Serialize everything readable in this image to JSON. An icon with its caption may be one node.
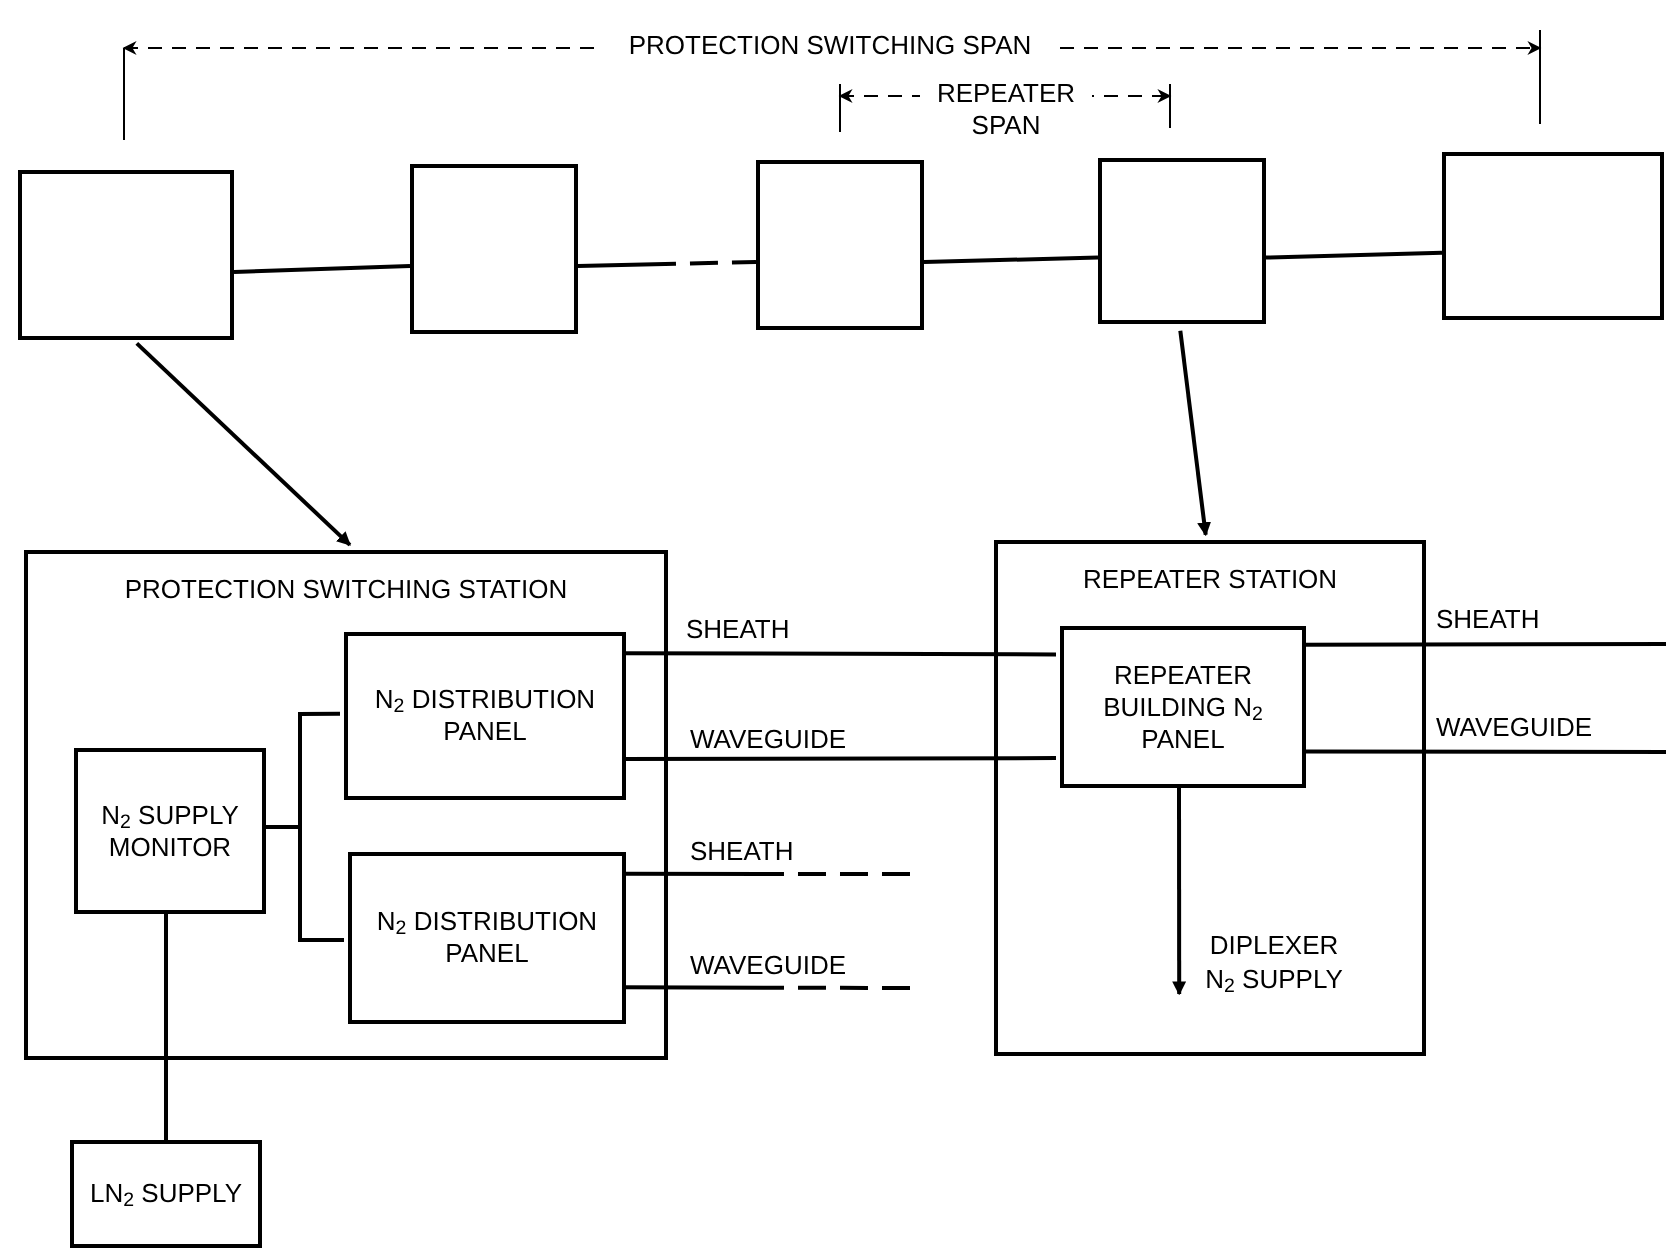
{
  "diagram": {
    "nodes": [
      {
        "text": [],
        "shape": "box"
      },
      {
        "text": [],
        "shape": "box"
      },
      {
        "text": [],
        "shape": "box"
      },
      {
        "text": [],
        "shape": "box"
      },
      {
        "text": [],
        "shape": "box"
      },
      {
        "text": [
          "PROTECTION SWITCHING STATION"
        ]
      },
      {
        "text": [
          "N$_{2}$ SUPPLY MONITOR"
        ],
        "in": 5
      },
      {
        "text": [
          "N$_{2}$ DISTRIBUTION PANEL"
        ],
        "in": 5
      },
      {
        "text": [
          "N$_{2}$ DISTRIBUTION PANEL"
        ],
        "in": 5
      },
      {
        "text": [
          "REPEATER STATION"
        ]
      },
      {
        "text": [
          "REPEATER BUILDING N$_{2}$ PANEL"
        ],
        "in": 9
      },
      {
        "text": [
          "LN$_{2}$ SUPPLY"
        ]
      },
      {
        "text": [
          "DIPLEXER N$_{2}$ SUPPLY"
        ],
        "in": 9
      }
    ],
    "edges": [
      {
        "from": 0,
        "to": 1,
        "arrow": "none"
      },
      {
        "from": 1,
        "to": 2,
        "arrow": "none",
        "style": "dashed"
      },
      {
        "from": 2,
        "to": 3,
        "arrow": "none"
      },
      {
        "from": 3,
        "to": 4,
        "arrow": "none"
      },
      {
        "from": 0,
        "to": 5,
        "arrow": "to"
      },
      {
        "from": 3,
        "to": 9,
        "arrow": "to"
      },
      {
        "from": 6,
        "to": 7,
        "arrow": "none"
      },
      {
        "from": 6,
        "to": 8,
        "arrow": "none"
      },
      {
        "from": 7,
        "to": 10,
        "arrow": "none",
        "label": "SHEATH"
      },
      {
        "from": 7,
        "to": 10,
        "arrow": "none",
        "label": "WAVEGUIDE"
      },
      {
        "from": 10,
        "to": null,
        "arrow": "none",
        "label": "SHEATH"
      },
      {
        "from": 10,
        "to": null,
        "arrow": "none",
        "label": "WAVEGUIDE"
      },
      {
        "from": 8,
        "to": null,
        "arrow": "none",
        "label": "SHEATH",
        "style": "dashed"
      },
      {
        "from": 8,
        "to": null,
        "arrow": "none",
        "label": "WAVEGUIDE",
        "style": "dashed"
      },
      {
        "from": 10,
        "to": 12,
        "arrow": "to"
      },
      {
        "from": 6,
        "to": 11,
        "arrow": "none"
      }
    ],
    "labels": [
      "PROTECTION SWITCHING SPAN",
      "REPEATER SPAN"
    ]
  }
}
